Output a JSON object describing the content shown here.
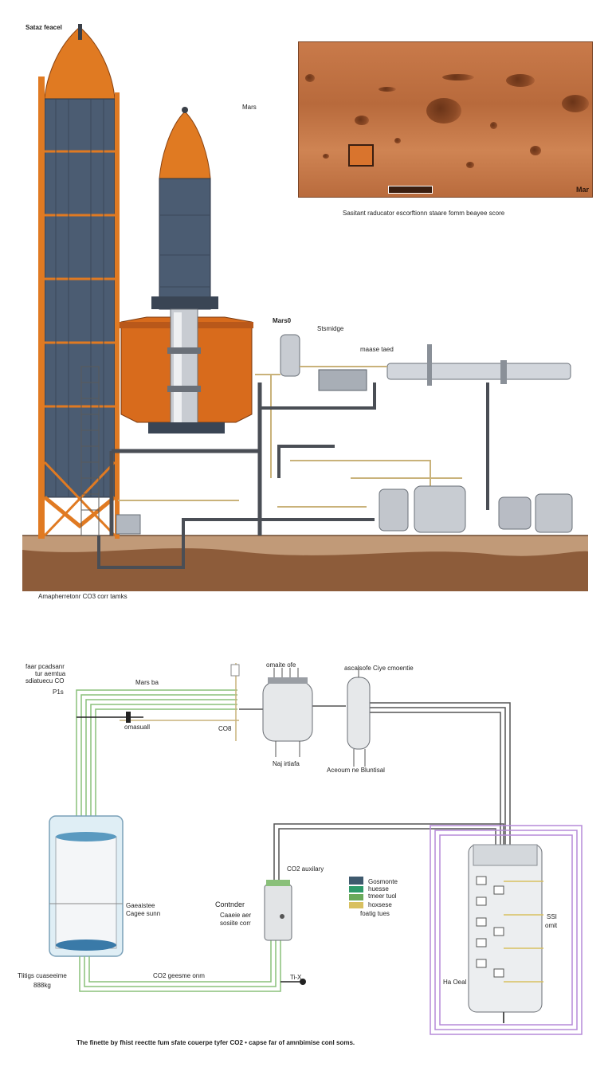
{
  "top": {
    "corner_label": "Sataz feacel",
    "mars_label": "Mars",
    "photo_tag": "Mar",
    "photo_caption": "Sasitant raducator escorftionn staare fomm beayee score",
    "label_tower": "Mars0",
    "label_smidge": "Stsmidge",
    "label_mass": "maase taed",
    "bottom_caption": "Amapherretonr CO3 corr tamks"
  },
  "bottom": {
    "left_top_1": "faar pcadsanr",
    "left_top_2": "tur aemtua",
    "left_top_3": "sdiatuecu CO",
    "left_top_4": "P1s",
    "marsba": "Mars ba",
    "omaall": "omasuall",
    "cod": "CO8",
    "reactor_top": "omaite ofe",
    "reactor_bottom": "Naj irtiafa",
    "capsule_top": "ascalsofe  Ciye cmoentie",
    "capsule_bottom": "Aceoum ne  Bluntisal",
    "tank_label_1": "Gaeaistee",
    "tank_label_2": "Cagee sunn",
    "co2_auxiliary": "CO2 auxilary",
    "controller": "Contnder",
    "controller_sub_1": "Caaeie aer",
    "controller_sub_2": "sosiite corr",
    "legend": [
      {
        "label": "Gosmonte",
        "color": "#3f5a6e"
      },
      {
        "label": "huesse",
        "color": "#2f9a6a"
      },
      {
        "label": "tmeer tuol",
        "color": "#6aaa5a"
      },
      {
        "label": "hoxsese",
        "color": "#d8c060"
      },
      {
        "label": "foatig tues",
        "color": "#9a8a5a"
      }
    ],
    "right_label_1": "SSI",
    "right_label_2": "omit",
    "tall_label": "Ha Oeal",
    "bottom_left_1": "Tlitigs cuaseeime",
    "bottom_left_2": "888kg",
    "co2_line": "CO2 geesme onm",
    "valve_label": "Ti-X",
    "caption": "The finette by fhist reectte fum sfate couerpe tyfer CO2 • capse far of amnbimise conl soms."
  }
}
